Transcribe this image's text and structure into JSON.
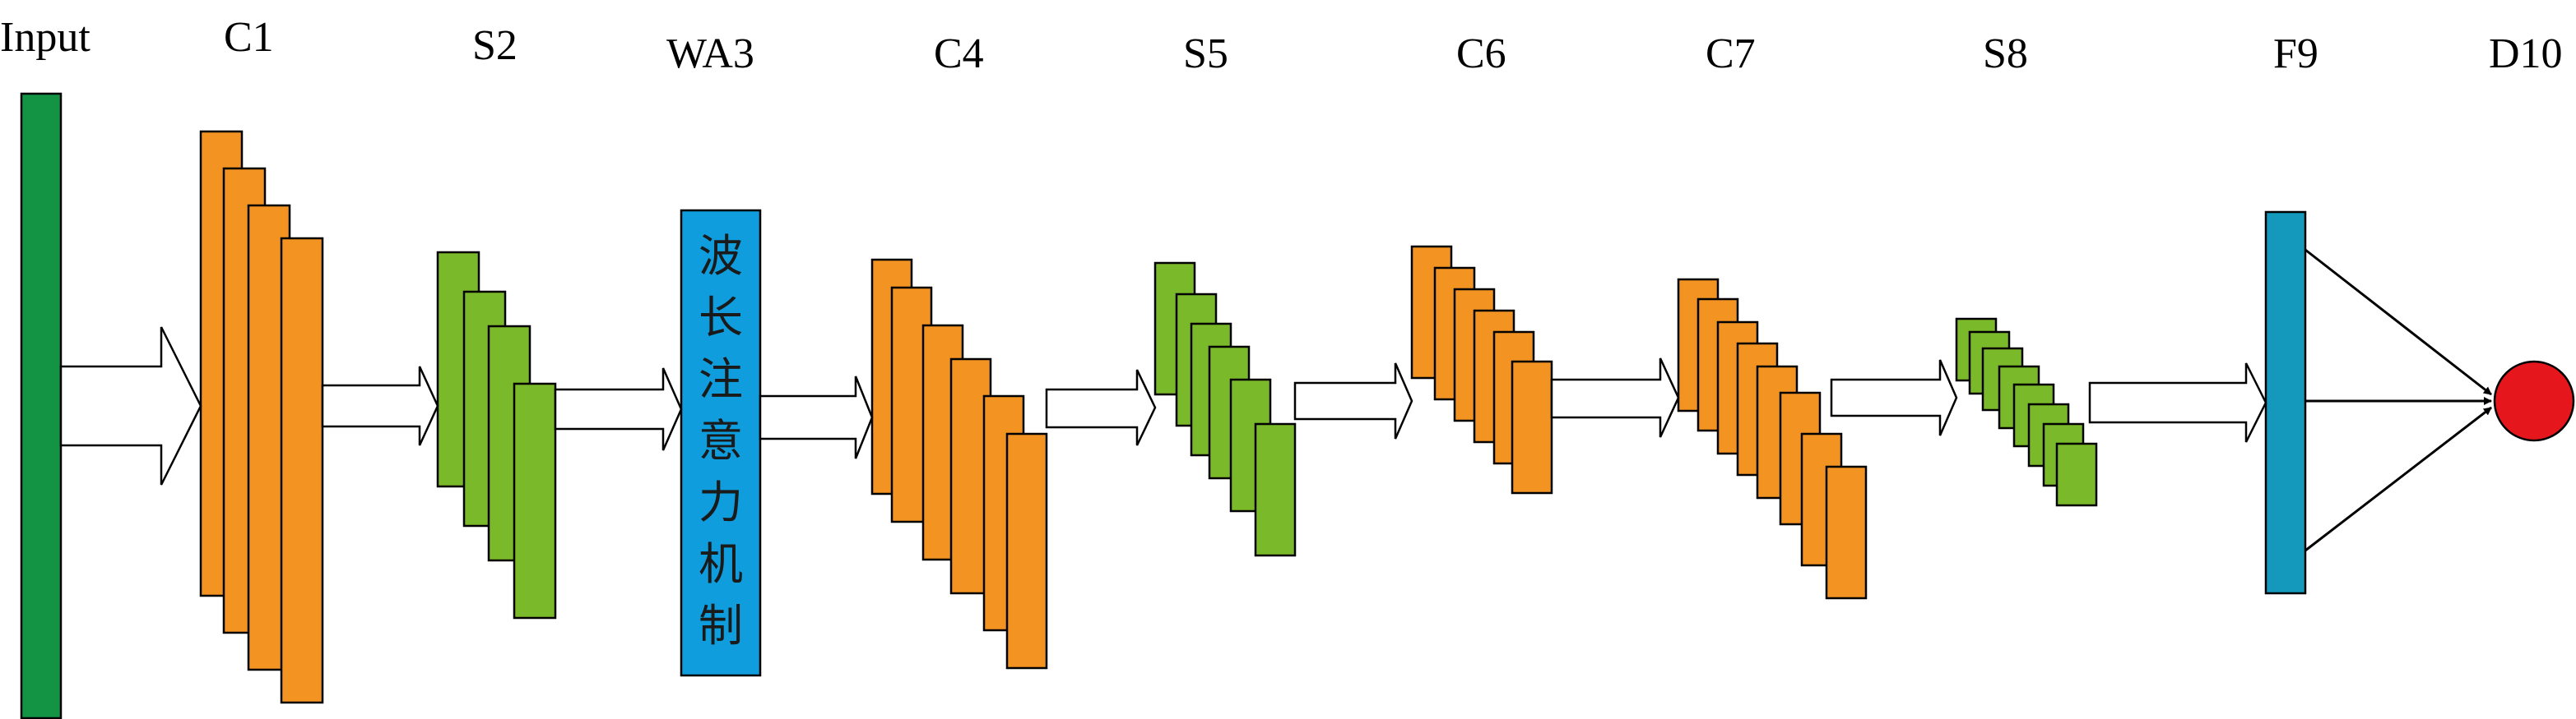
{
  "colors": {
    "input": "#129444",
    "conv": "#f39322",
    "pool": "#7ab929",
    "attention": "#0f9ddd",
    "fc": "#1499bd",
    "output": "#e5171c",
    "stroke": "#000000",
    "arrow_fill": "#ffffff"
  },
  "layers": [
    {
      "id": "input",
      "label": "Input"
    },
    {
      "id": "c1",
      "label": "C1"
    },
    {
      "id": "s2",
      "label": "S2"
    },
    {
      "id": "wa3",
      "label": "WA3",
      "text": [
        "波",
        "长",
        "注",
        "意",
        "力",
        "机",
        "制"
      ]
    },
    {
      "id": "c4",
      "label": "C4"
    },
    {
      "id": "s5",
      "label": "S5"
    },
    {
      "id": "c6",
      "label": "C6"
    },
    {
      "id": "c7",
      "label": "C7"
    },
    {
      "id": "s8",
      "label": "S8"
    },
    {
      "id": "f9",
      "label": "F9"
    },
    {
      "id": "d10",
      "label": "D10"
    }
  ]
}
